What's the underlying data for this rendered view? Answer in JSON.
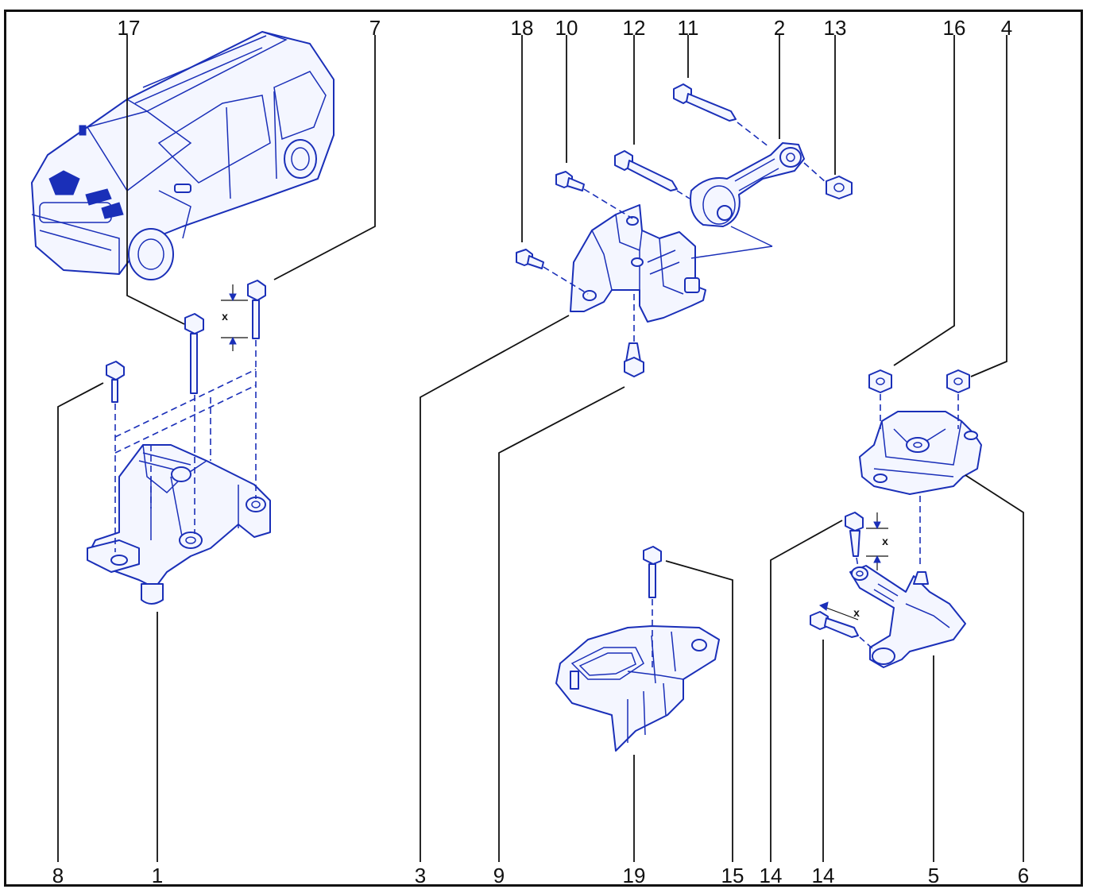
{
  "callouts": {
    "c17": "17",
    "c7": "7",
    "c18": "18",
    "c10": "10",
    "c12": "12",
    "c11": "11",
    "c2": "2",
    "c13": "13",
    "c16": "16",
    "c4": "4",
    "c8": "8",
    "c1": "1",
    "c3": "3",
    "c9": "9",
    "c19": "19",
    "c15": "15",
    "c14a": "14",
    "c14b": "14",
    "c5": "5",
    "c6": "6"
  },
  "dimensions": {
    "x_left": "x",
    "x_right_top": "x",
    "x_right_bottom": "x"
  }
}
